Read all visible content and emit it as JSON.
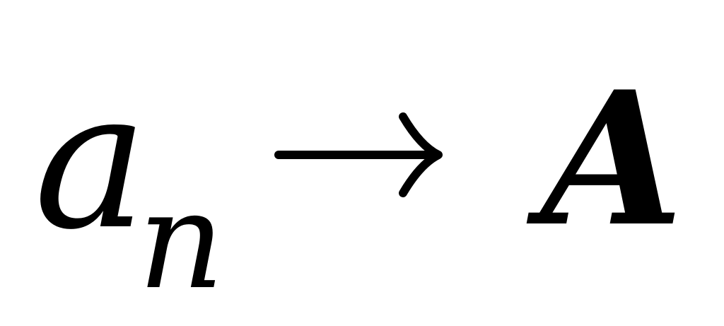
{
  "formula": {
    "base_variable": "a",
    "subscript": "n",
    "arrow_icon": "right-arrow-icon",
    "limit_variable": "A"
  },
  "colors": {
    "text": "#000000",
    "background": "#ffffff"
  }
}
